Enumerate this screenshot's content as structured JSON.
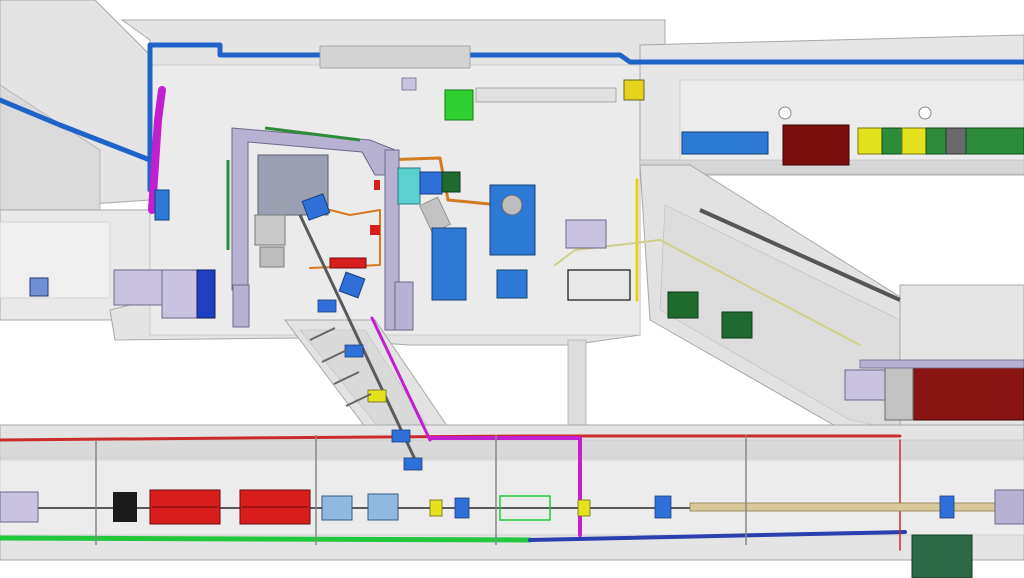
{
  "drawing": {
    "kind": "cad-plan-view",
    "text_labels": []
  },
  "colors": {
    "background": "#ffffff",
    "floor": "#e4e4e4",
    "floor_dark": "#cfcfcf",
    "wall_edge": "#a8a8a8",
    "pipe_blue": "#1f63c9",
    "pipe_navy": "#2b3fb0",
    "pipe_magenta": "#c21fd0",
    "pipe_red": "#cc2b2b",
    "pipe_green": "#22c83c",
    "pipe_orange": "#d47a1f",
    "pipe_yellow": "#e6d21a",
    "magnet_red": "#d81d1d",
    "maroon": "#7a0d0d",
    "rack_blue": "#2c7ad6",
    "rack_yellow": "#e4e21c",
    "rack_green": "#2c8c3a",
    "lavender": "#c9c3e0",
    "dark_green": "#1e6a2f",
    "cyan": "#5ad0d0",
    "bright_green": "#2fd02f"
  },
  "areas": [
    {
      "id": "top-hall",
      "label": "",
      "shade": "floor"
    },
    {
      "id": "right-upper-corridor",
      "label": "",
      "shade": "floor"
    },
    {
      "id": "left-upper-corridor",
      "label": "",
      "shade": "floor"
    },
    {
      "id": "lower-tunnel",
      "label": "",
      "shade": "floor"
    },
    {
      "id": "diagonal-transfer-line",
      "label": "",
      "shade": "floor"
    },
    {
      "id": "right-diagonal-ramp",
      "label": "",
      "shade": "floor"
    },
    {
      "id": "right-lower-hall",
      "label": "",
      "shade": "floor"
    }
  ],
  "equipment": [
    {
      "id": "red-magnet-1",
      "shade": "magnet_red"
    },
    {
      "id": "red-magnet-2",
      "shade": "magnet_red"
    },
    {
      "id": "maroon-rack",
      "shade": "maroon"
    },
    {
      "id": "blue-rack-row",
      "shade": "rack_blue"
    },
    {
      "id": "yellow-rack-row",
      "shade": "rack_yellow"
    },
    {
      "id": "green-rack-row",
      "shade": "rack_green"
    },
    {
      "id": "blue-cabinet",
      "shade": "rack_blue"
    },
    {
      "id": "cyan-unit",
      "shade": "cyan"
    },
    {
      "id": "green-unit",
      "shade": "bright_green"
    }
  ],
  "pipes": [
    {
      "id": "blue-main-pipe",
      "color": "pipe_blue"
    },
    {
      "id": "magenta-riser",
      "color": "pipe_magenta"
    },
    {
      "id": "red-tunnel-line",
      "color": "pipe_red"
    },
    {
      "id": "green-tunnel-line",
      "color": "pipe_green"
    },
    {
      "id": "navy-tunnel-line",
      "color": "pipe_navy"
    },
    {
      "id": "orange-loop",
      "color": "pipe_orange"
    },
    {
      "id": "yellow-riser",
      "color": "pipe_yellow"
    }
  ]
}
